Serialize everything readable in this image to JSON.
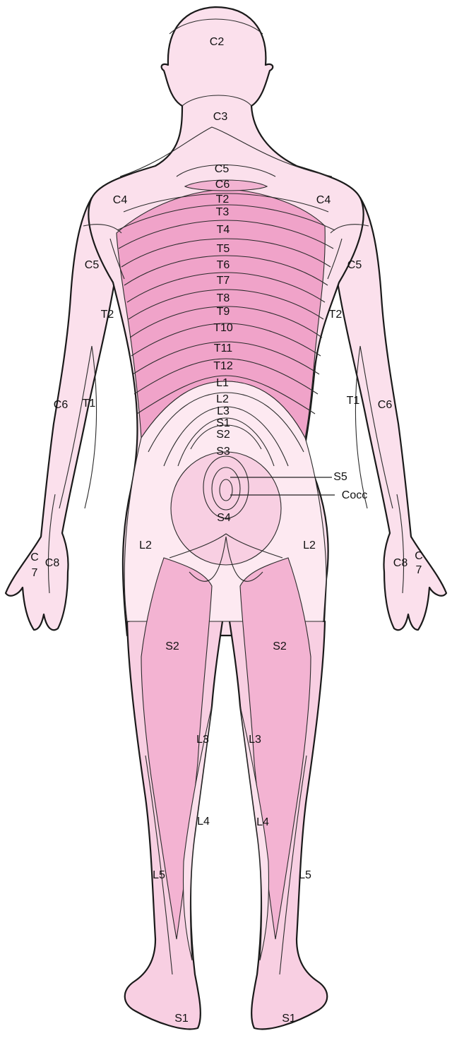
{
  "colors": {
    "background": "#ffffff",
    "skin_light": "#fbe0ec",
    "skin_mid": "#f8cfe2",
    "skin_dark": "#f3b3d2",
    "thoracic_band": "#f0a3c9",
    "lumbar_pale": "#fde9f1",
    "outline": "#1a1a1a"
  },
  "labels": {
    "c2": "C2",
    "c3": "C3",
    "c4_left": "C4",
    "c4_right": "C4",
    "c5": "C5",
    "c6": "C6",
    "t2": "T2",
    "t3": "T3",
    "t4": "T4",
    "t5": "T5",
    "t6": "T6",
    "t7": "T7",
    "t8": "T8",
    "t9": "T9",
    "t10": "T10",
    "t11": "T11",
    "t12": "T12",
    "l1": "L1",
    "l2": "L2",
    "l3": "L3",
    "s1": "S1",
    "s2": "S2",
    "s3": "S3",
    "s4": "S4",
    "s5": "S5",
    "cocc": "Cocc",
    "arm_left_c5": "C5",
    "arm_right_c5": "C5",
    "arm_left_t2": "T2",
    "arm_right_t2": "T2",
    "arm_left_c6": "C6",
    "arm_right_c6": "C6",
    "arm_left_t1": "T1",
    "arm_right_t1": "T1",
    "hand_left_c7_c": "C",
    "hand_left_c7_7": "7",
    "hand_right_c7_c": "C",
    "hand_right_c7_7": "7",
    "hand_left_c8": "C8",
    "hand_right_c8": "C8",
    "thigh_left_l2": "L2",
    "thigh_right_l2": "L2",
    "leg_left_s2": "S2",
    "leg_right_s2": "S2",
    "leg_left_l3": "L3",
    "leg_right_l3": "L3",
    "leg_left_l4": "L4",
    "leg_right_l4": "L4",
    "leg_left_l5": "L5",
    "leg_right_l5": "L5",
    "foot_left_s1": "S1",
    "foot_right_s1": "S1"
  }
}
